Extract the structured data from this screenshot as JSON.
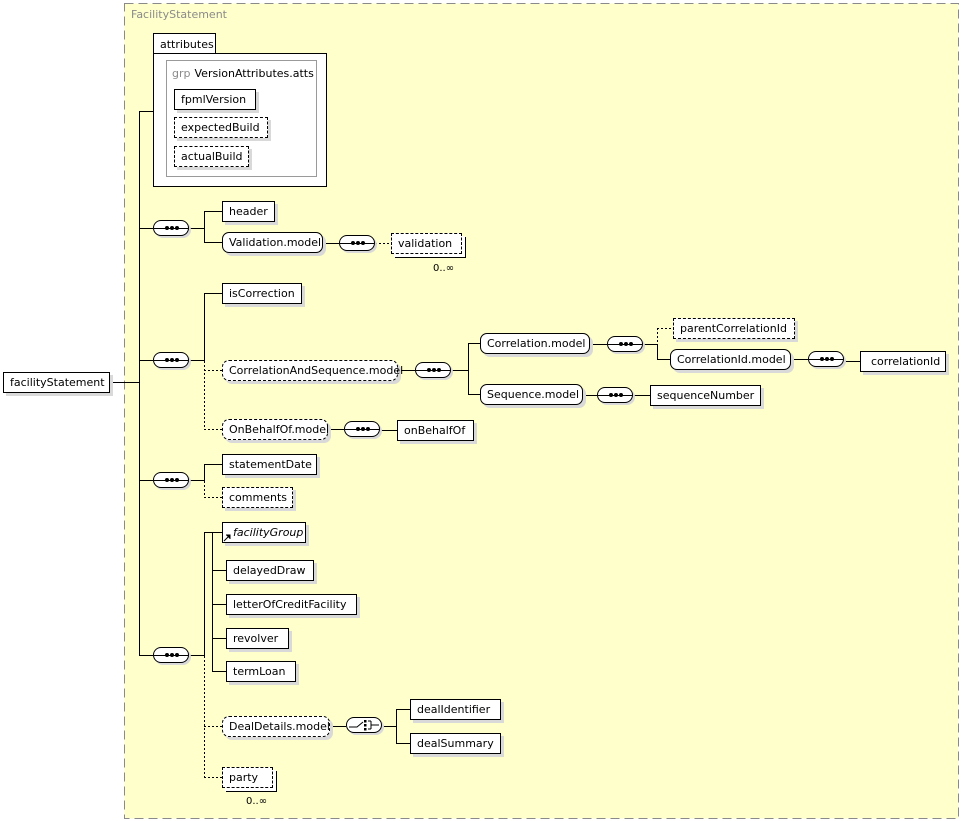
{
  "frame": {
    "title": "FacilityStatement"
  },
  "root": {
    "label": "facilityStatement"
  },
  "attributes": {
    "tab_label": "attributes",
    "group_prefix": "grp",
    "group_name": "VersionAttributes.atts",
    "items": [
      "fpmlVersion",
      "expectedBuild",
      "actualBuild"
    ]
  },
  "seq1": {
    "header": "header",
    "validation_model": "Validation.model",
    "validation": "validation",
    "validation_occurs": "0..∞"
  },
  "seq2": {
    "is_correction": "isCorrection",
    "correlation_and_sequence_model": "CorrelationAndSequence.model",
    "correlation_model": "Correlation.model",
    "parent_correlation_id": "parentCorrelationId",
    "correlation_id_model": "CorrelationId.model",
    "correlation_id": "correlationId",
    "sequence_model": "Sequence.model",
    "sequence_number": "sequenceNumber",
    "on_behalf_of_model": "OnBehalfOf.model",
    "on_behalf_of": "onBehalfOf"
  },
  "seq3": {
    "statement_date": "statementDate",
    "comments": "comments"
  },
  "seq4": {
    "facility_group": "facilityGroup",
    "substitutes": [
      "delayedDraw",
      "letterOfCreditFacility",
      "revolver",
      "termLoan"
    ],
    "deal_details_model": "DealDetails.model",
    "deal_identifier": "dealIdentifier",
    "deal_summary": "dealSummary",
    "party": "party",
    "party_occurs": "0..∞"
  }
}
